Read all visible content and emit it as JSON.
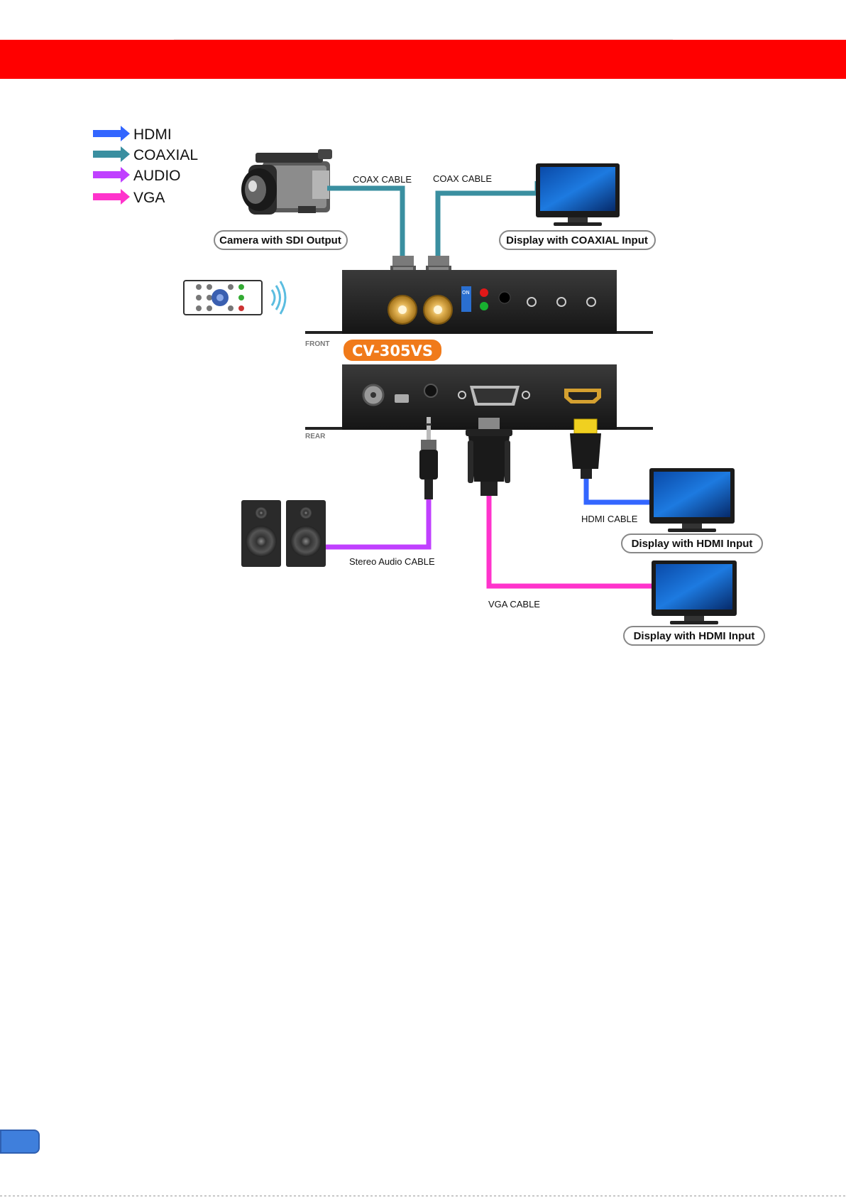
{
  "legend": {
    "items": [
      {
        "label": "HDMI",
        "color": "#3366ff"
      },
      {
        "label": "COAXIAL",
        "color": "#3a8fa0"
      },
      {
        "label": "AUDIO",
        "color": "#c040ff"
      },
      {
        "label": "VGA",
        "color": "#ff33cc"
      }
    ]
  },
  "cables": {
    "coax_in": "COAX CABLE",
    "coax_out": "COAX CABLE",
    "hdmi": "HDMI CABLE",
    "audio": "Stereo Audio CABLE",
    "vga": "VGA CABLE"
  },
  "devices": {
    "camera": "Camera with SDI Output",
    "display_coax": "Display with COAXIAL Input",
    "display_hdmi": "Display with HDMI Input",
    "display_vga": "Display with HDMI Input"
  },
  "unit": {
    "model": "CV-305VS",
    "front_label": "FRONT",
    "rear_label": "REAR",
    "switch_label": "ON"
  },
  "colors": {
    "header": "#ff0000",
    "hdmi": "#3366ff",
    "coax": "#3a8fa0",
    "audio": "#c040ff",
    "vga": "#ff33cc",
    "model_badge": "#f07a1a"
  }
}
